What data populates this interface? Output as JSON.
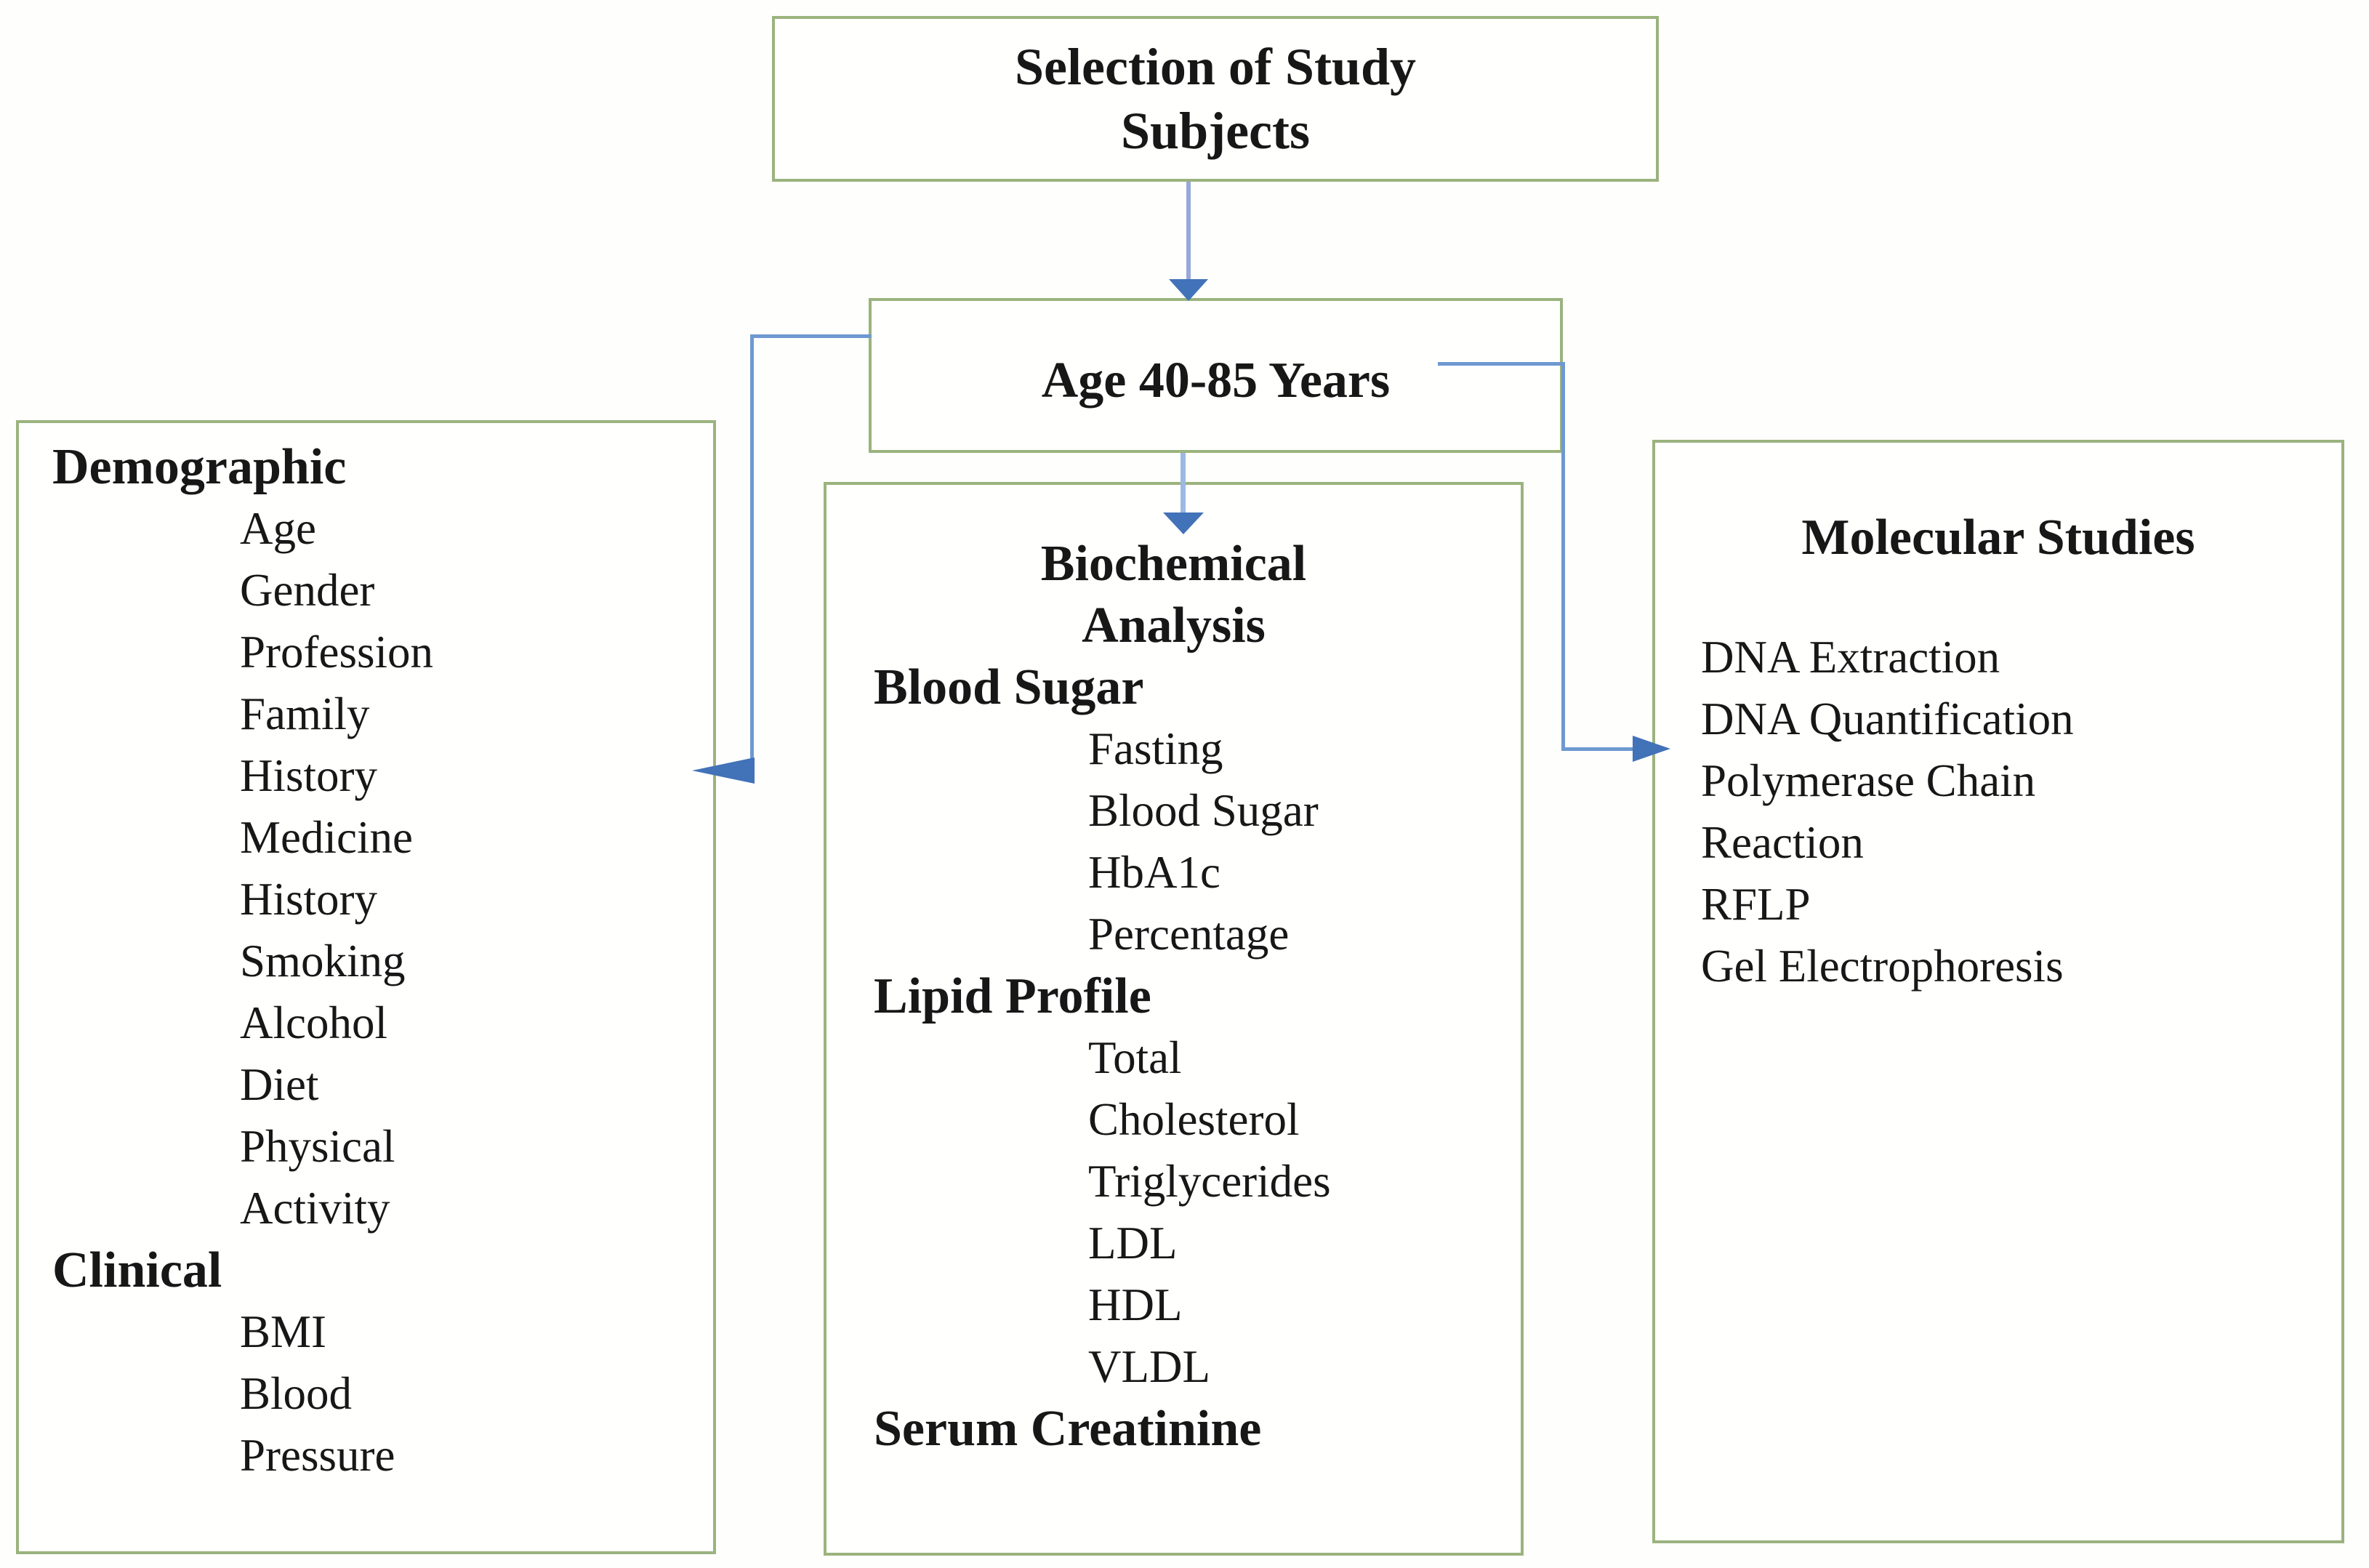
{
  "top_box": {
    "line1": "Selection of Study",
    "line2": "Subjects"
  },
  "age_box": {
    "label": "Age 40-85 Years"
  },
  "left_box": {
    "heading_demographic": "Demographic",
    "demographic_items": [
      "Age",
      "Gender",
      "Profession",
      "Family",
      "History",
      "Medicine",
      "History",
      "Smoking",
      "Alcohol",
      "Diet",
      "Physical",
      "Activity"
    ],
    "heading_clinical": "Clinical",
    "clinical_items": [
      "BMI",
      "Blood",
      "Pressure"
    ]
  },
  "middle_box": {
    "title_line1": "Biochemical",
    "title_line2": "Analysis",
    "blood_sugar_heading": "Blood Sugar",
    "blood_sugar_items": [
      "Fasting",
      "Blood Sugar",
      "HbA1c",
      "Percentage"
    ],
    "lipid_heading": "Lipid Profile",
    "lipid_items": [
      "Total",
      "Cholesterol",
      "Triglycerides",
      "LDL",
      "HDL",
      "VLDL"
    ],
    "serum_heading": "Serum Creatinine"
  },
  "right_box": {
    "title": "Molecular Studies",
    "items": [
      "DNA Extraction",
      "DNA Quantification",
      "Polymerase Chain",
      "Reaction",
      "RFLP",
      "Gel Electrophoresis"
    ]
  },
  "colors": {
    "box_border_green": "#9bb37e",
    "connector_blue": "#6e99d0",
    "arrowhead_blue": "#4272b8",
    "light_arrow_line_blue": "#97a8d8",
    "text_black": "#171717",
    "background_white": "#fefefd"
  }
}
